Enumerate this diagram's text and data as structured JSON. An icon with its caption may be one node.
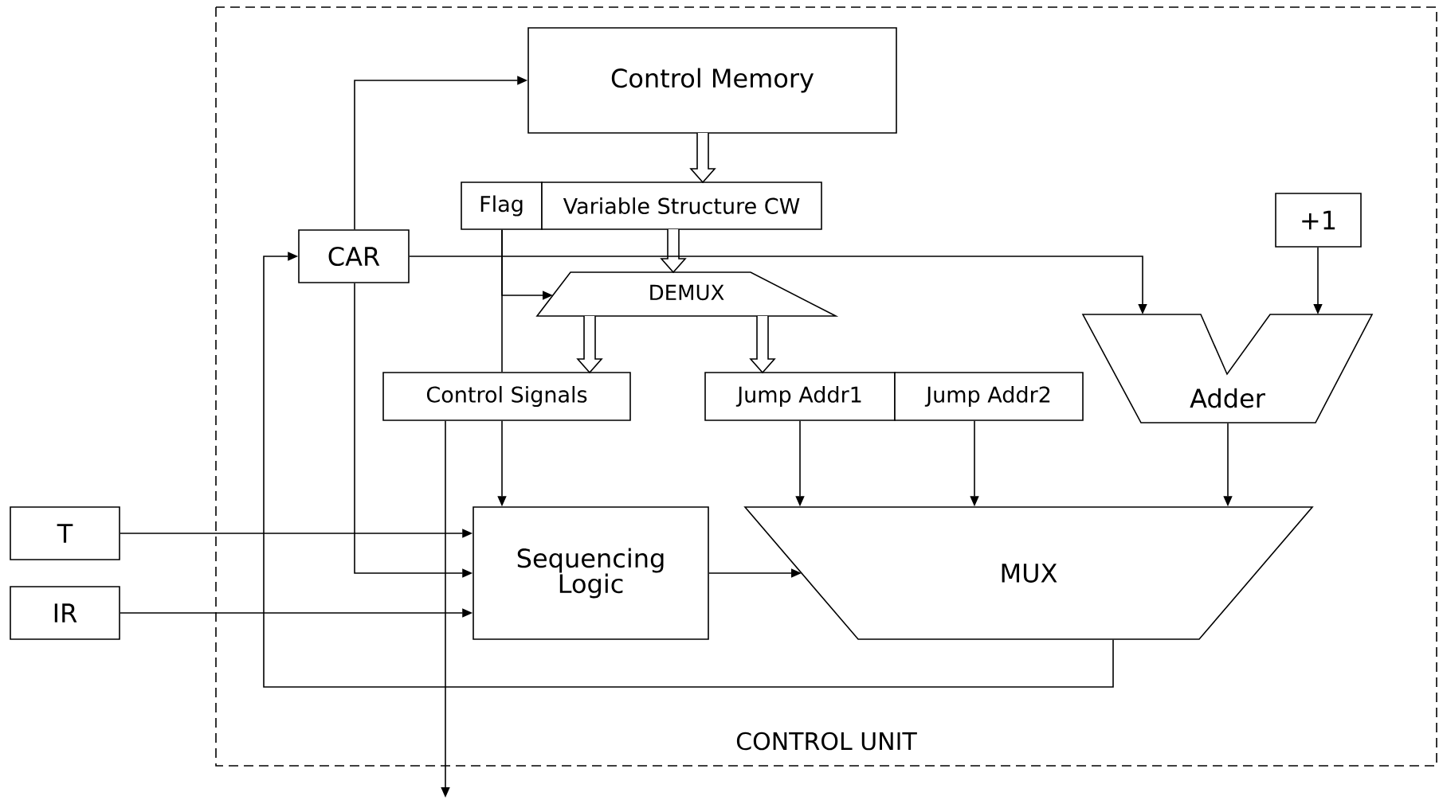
{
  "diagram": {
    "nodes": [
      {
        "text": [
          "CONTROL UNIT"
        ]
      },
      {
        "text": [
          "Control Memory"
        ],
        "in": 0
      },
      {
        "text": [
          "Flag"
        ],
        "in": 0
      },
      {
        "text": [
          "Variable Structure CW"
        ],
        "in": 0
      },
      {
        "text": [
          "CAR"
        ],
        "in": 0
      },
      {
        "text": [
          "+1"
        ],
        "in": 0
      },
      {
        "text": [
          "DEMUX"
        ],
        "in": 0
      },
      {
        "text": [
          "Control Signals"
        ],
        "in": 0
      },
      {
        "text": [
          "Jump Addr1"
        ],
        "in": 0
      },
      {
        "text": [
          "Jump Addr2"
        ],
        "in": 0
      },
      {
        "text": [
          "Adder"
        ],
        "in": 0
      },
      {
        "text": [
          "T"
        ]
      },
      {
        "text": [
          "Sequencing Logic"
        ],
        "in": 0
      },
      {
        "text": [
          "IR"
        ]
      },
      {
        "text": [
          "MUX"
        ],
        "in": 0
      }
    ],
    "edges": [
      {
        "from": 4,
        "to": 1,
        "arrow": "to"
      },
      {
        "from": 1,
        "to": 3,
        "arrow": "to",
        "style": "thick"
      },
      {
        "from": 3,
        "to": 6,
        "arrow": "to",
        "style": "thick"
      },
      {
        "from": 6,
        "to": 7,
        "arrow": "to",
        "style": "thick"
      },
      {
        "from": 6,
        "to": 8,
        "arrow": "to",
        "style": "thick"
      },
      {
        "from": 2,
        "to": 6,
        "arrow": "to"
      },
      {
        "from": 2,
        "to": 7,
        "arrow": "none"
      },
      {
        "from": 7,
        "to": 12,
        "arrow": "to"
      },
      {
        "from": 7,
        "to": null,
        "arrow": "to"
      },
      {
        "from": 4,
        "to": 10,
        "arrow": "to"
      },
      {
        "from": 4,
        "to": 12,
        "arrow": "to"
      },
      {
        "from": 5,
        "to": 10,
        "arrow": "to"
      },
      {
        "from": 11,
        "to": 12,
        "arrow": "to"
      },
      {
        "from": 13,
        "to": 12,
        "arrow": "to"
      },
      {
        "from": 8,
        "to": 14,
        "arrow": "to"
      },
      {
        "from": 9,
        "to": 14,
        "arrow": "to"
      },
      {
        "from": 10,
        "to": 14,
        "arrow": "to"
      },
      {
        "from": 12,
        "to": 14,
        "arrow": "to"
      },
      {
        "from": 14,
        "to": 4,
        "arrow": "to"
      }
    ]
  }
}
